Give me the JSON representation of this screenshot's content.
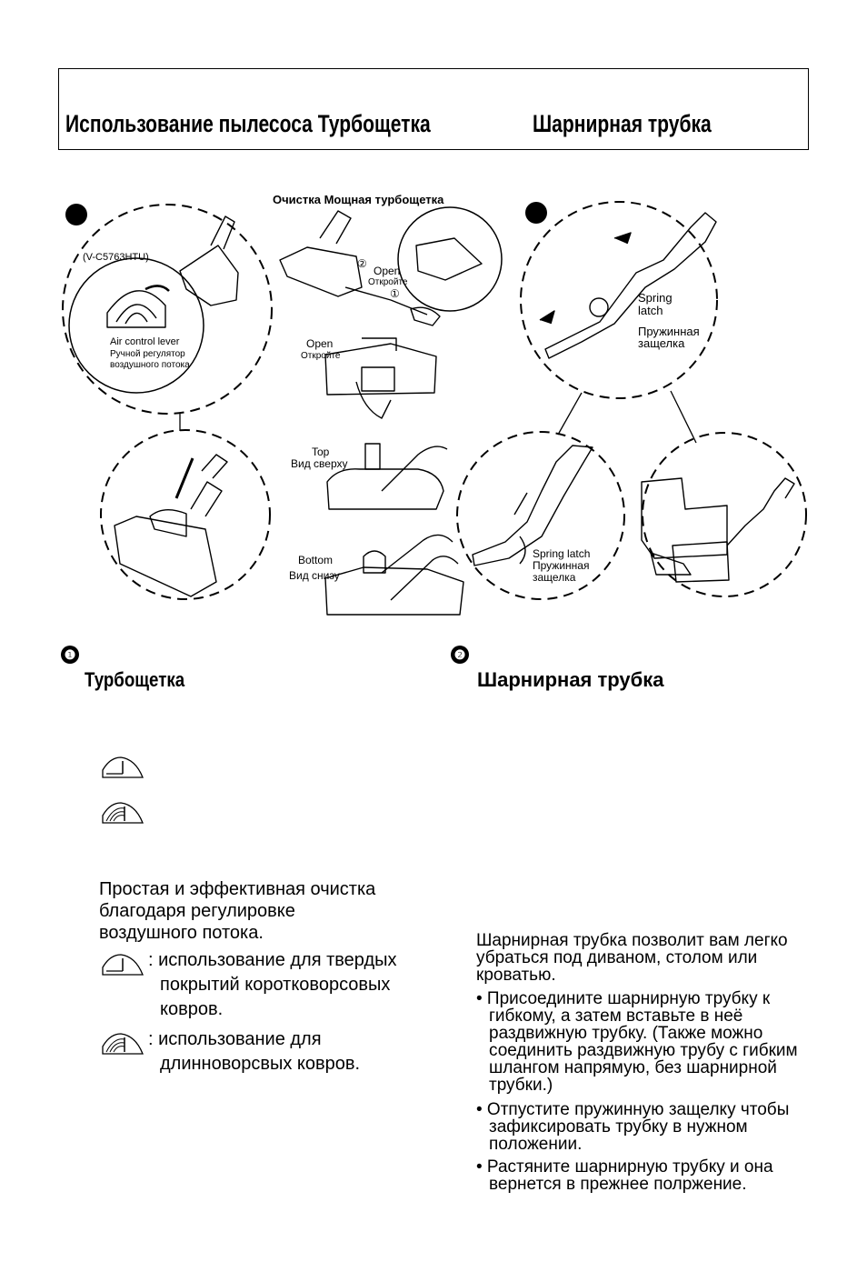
{
  "header": {
    "title_left": "Использование пылесоса Турбощетка",
    "title_right": "Шарнирная трубка"
  },
  "figure1": {
    "caption_top": "Очистка Мощная турбощетка",
    "model": "(V-C5763HTU)",
    "air_lever_en": "Air control lever",
    "air_lever_ru_1": "Ручной регулятор",
    "air_lever_ru_2": "воздушного потока",
    "step2_num": "②",
    "open_en_1": "Open",
    "open_ru_1": "Откройте",
    "step1_num": "①",
    "open_en_2": "Open",
    "open_ru_2": "Откройте",
    "top_en": "Top",
    "top_ru": "Вид сверху",
    "bottom_en": "Bottom",
    "bottom_ru": "Вид снизу"
  },
  "figure2": {
    "spring_en_1": "Spring",
    "spring_en_2": "latch",
    "spring_ru_1": "Пружинная",
    "spring_ru_2": "защелка",
    "spring2_en": "Spring latch",
    "spring2_ru_1": "Пружинная",
    "spring2_ru_2": "защелка"
  },
  "section1": {
    "number": "❶",
    "title": "Турбощетка",
    "intro_1": "Простая и эффективная очистка",
    "intro_2": "благодаря регулировке",
    "intro_3": "воздушного потока.",
    "item1_1": ": использование для твердых",
    "item1_2": "покрытий коротковорсовых",
    "item1_3": "ковров.",
    "item2_1": ": использование для",
    "item2_2": "длинноворсвых ковров."
  },
  "section2": {
    "number": "❷",
    "title": "Шарнирная трубка",
    "para": "Шарнирная трубка позволит вам легко убраться под диваном, столом или кроватью.",
    "bullet1": "• Присоедините шарнирную трубку к гибкому, а затем вставьте в неё раздвижную трубку.  (Также можно соединить раздвижную трубу с гибким шлангом напрямую, без шарнирной трубки.)",
    "bullet2": "• Отпустите пружинную защелку чтобы зафиксировать трубку в нужном положении.",
    "bullet3": "• Растяните шарнирную трубку и она вернется в прежнее полржение."
  },
  "icons": [
    "lever-short-icon",
    "lever-long-icon"
  ]
}
